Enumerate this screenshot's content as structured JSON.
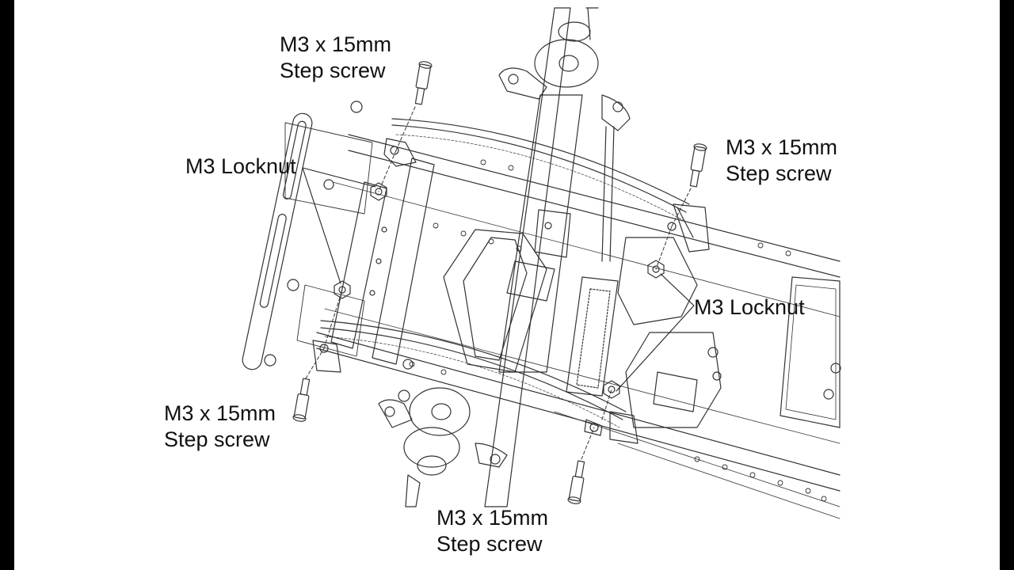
{
  "callouts": {
    "screw_top_left": {
      "line1": "M3 x 15mm",
      "line2": "Step screw"
    },
    "screw_top_right": {
      "line1": "M3 x 15mm",
      "line2": "Step screw"
    },
    "screw_bottom_left": {
      "line1": "M3 x 15mm",
      "line2": "Step screw"
    },
    "screw_bottom_center": {
      "line1": "M3 x 15mm",
      "line2": "Step screw"
    },
    "locknut_left": {
      "label": "M3 Locknut"
    },
    "locknut_right": {
      "label": "M3 Locknut"
    }
  },
  "colors": {
    "line": "#333333",
    "page": "#ffffff",
    "bars": "#000000"
  }
}
